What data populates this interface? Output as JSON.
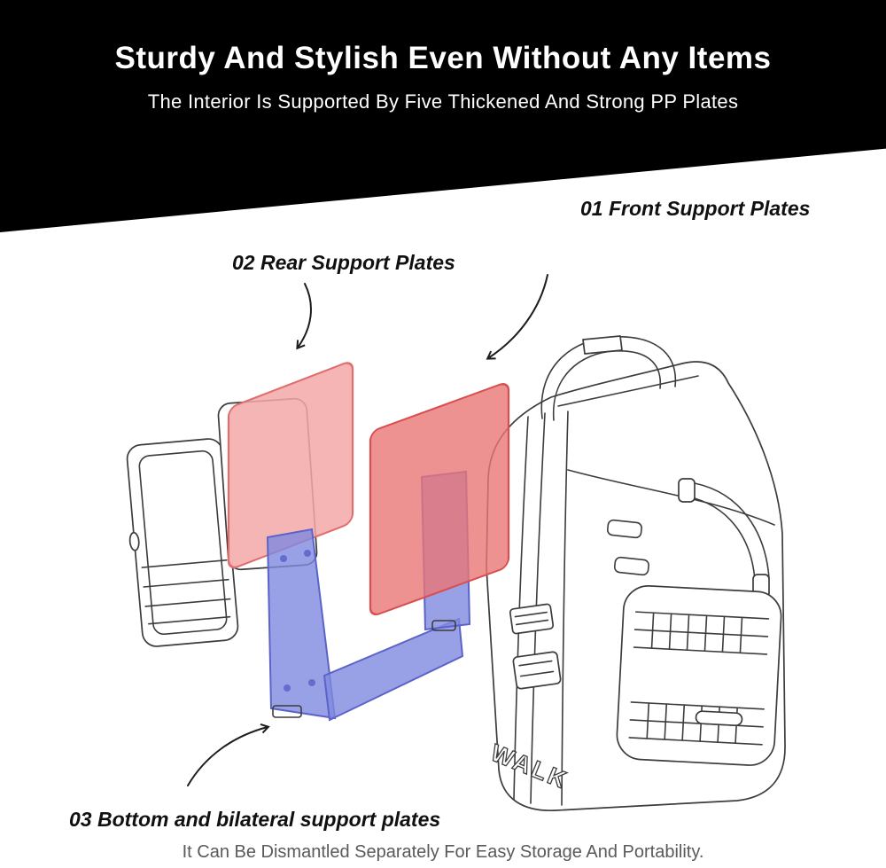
{
  "banner": {
    "title": "Sturdy And Stylish Even Without Any Items",
    "subtitle": "The Interior Is Supported By Five Thickened And Strong PP Plates"
  },
  "annotations": {
    "front_plates": "01 Front  Support Plates",
    "rear_plates": "02 Rear Support Plates",
    "bottom_plates": "03 Bottom and bilateral support plates"
  },
  "footer": {
    "caption": "It Can Be Dismantled Separately For Easy Storage And Portability."
  },
  "bag": {
    "side_text": "WALK"
  },
  "colors": {
    "banner_bg": "#000000",
    "banner_text": "#ffffff",
    "rear_plate_fill": "#f5a8a8",
    "rear_plate_stroke": "#e06e6e",
    "front_plate_fill": "#e87676",
    "front_plate_stroke": "#d94f4f",
    "bottom_plate_fill": "#7f8ae0",
    "bottom_plate_stroke": "#5b63c9",
    "sketch_line": "#3c3c3c",
    "caption_text": "#5a5a5a"
  }
}
